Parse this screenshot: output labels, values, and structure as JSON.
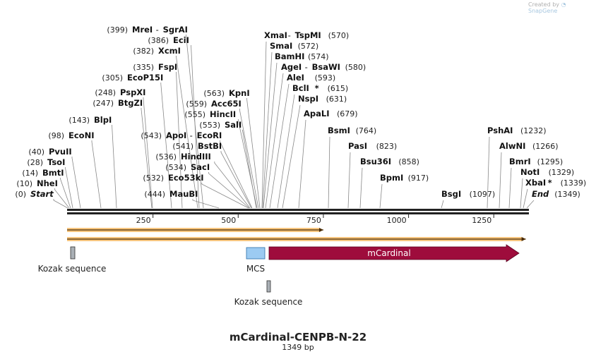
{
  "watermark": {
    "prefix": "Created by",
    "brand": "SnapGene"
  },
  "title": "mCardinal-CENPB-N-22",
  "subtitle": "1349 bp",
  "sequence_length": 1349,
  "ruler_ticks": [
    {
      "value": 250,
      "label": "250"
    },
    {
      "value": 500,
      "label": "500"
    },
    {
      "value": 750,
      "label": "750"
    },
    {
      "value": 1000,
      "label": "1000"
    },
    {
      "value": 1250,
      "label": "1250"
    }
  ],
  "sites": [
    {
      "name": "Start",
      "pos": "(0)",
      "italic": true
    },
    {
      "name": "NheI",
      "pos": "(10)"
    },
    {
      "name": "BmtI",
      "pos": "(14)"
    },
    {
      "name": "TsoI",
      "pos": "(28)"
    },
    {
      "name": "PvuII",
      "pos": "(40)"
    },
    {
      "name": "EcoNI",
      "pos": "(98)"
    },
    {
      "name": "BlpI",
      "pos": "(143)"
    },
    {
      "name": "BtgZI",
      "pos": "(247)"
    },
    {
      "name": "PspXI",
      "pos": "(248)"
    },
    {
      "name": "EcoP15I",
      "pos": "(305)"
    },
    {
      "name": "FspI",
      "pos": "(335)"
    },
    {
      "name": "XcmI",
      "pos": "(382)"
    },
    {
      "name": "EciI",
      "pos": "(386)"
    },
    {
      "name": "MreI",
      "pos": "(399)",
      "pair": "SgrAI"
    },
    {
      "name": "MauBI",
      "pos": "(444)"
    },
    {
      "name": "Eco53kI",
      "pos": "(532)"
    },
    {
      "name": "SacI",
      "pos": "(534)"
    },
    {
      "name": "HindIII",
      "pos": "(536)"
    },
    {
      "name": "BstBI",
      "pos": "(541)"
    },
    {
      "name": "ApoI",
      "pos": "(543)",
      "pair": "EcoRI"
    },
    {
      "name": "SalI",
      "pos": "(553)"
    },
    {
      "name": "HincII",
      "pos": "(555)"
    },
    {
      "name": "Acc65I",
      "pos": "(559)"
    },
    {
      "name": "KpnI",
      "pos": "(563)"
    },
    {
      "name": "XmaI",
      "pos": "(570)",
      "pair": "TspMI"
    },
    {
      "name": "SmaI",
      "pos": "(572)"
    },
    {
      "name": "BamHI",
      "pos": "(574)"
    },
    {
      "name": "AgeI",
      "pos": "(580)",
      "pair": "BsaWI"
    },
    {
      "name": "AleI",
      "pos": "(593)"
    },
    {
      "name": "BclI",
      "pos": "(615)",
      "star": "*"
    },
    {
      "name": "NspI",
      "pos": "(631)"
    },
    {
      "name": "ApaLI",
      "pos": "(679)"
    },
    {
      "name": "BsmI",
      "pos": "(764)"
    },
    {
      "name": "PasI",
      "pos": "(823)"
    },
    {
      "name": "Bsu36I",
      "pos": "(858)"
    },
    {
      "name": "BpmI",
      "pos": "(917)"
    },
    {
      "name": "BsgI",
      "pos": "(1097)"
    },
    {
      "name": "PshAI",
      "pos": "(1232)"
    },
    {
      "name": "AlwNI",
      "pos": "(1266)"
    },
    {
      "name": "BmrI",
      "pos": "(1295)"
    },
    {
      "name": "NotI",
      "pos": "(1329)"
    },
    {
      "name": "XbaI",
      "pos": "(1339)",
      "star": "*"
    },
    {
      "name": "End",
      "pos": "(1349)",
      "italic": true
    }
  ],
  "features": {
    "orf_arrows": [
      {
        "start": 0,
        "end": 750
      },
      {
        "start": 0,
        "end": 1344
      }
    ],
    "kozak_1": {
      "label": "Kozak sequence",
      "start": 10,
      "end": 20,
      "color": "#aab0b6"
    },
    "mcs": {
      "label": "MCS",
      "start": 530,
      "end": 585,
      "color": "#9ccbf2"
    },
    "kozak_2": {
      "label": "Kozak sequence",
      "start": 594,
      "end": 604,
      "color": "#aab0b6"
    },
    "mcardinal": {
      "label": "mCardinal",
      "start": 600,
      "end": 1344,
      "color": "#9e0c3c"
    }
  }
}
